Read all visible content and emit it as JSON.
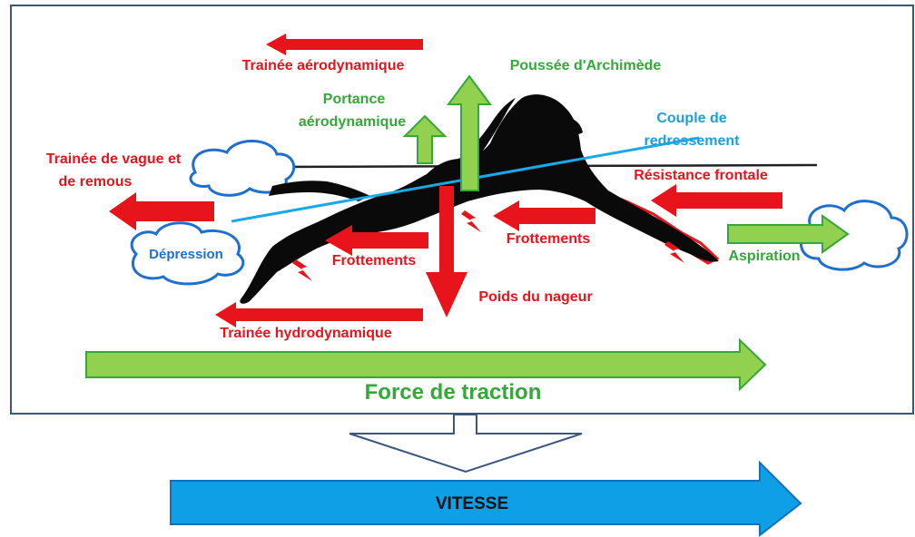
{
  "colors": {
    "red": "#e8141b",
    "green": "#34a838",
    "green_fill": "#92d050",
    "blue_text": "#1aa0e0",
    "blue_line": "#1ba8e8",
    "cloud_stroke": "#1f6fd0",
    "swimmer": "#0a0a0a",
    "frame": "#3b5680",
    "speed_arrow": "#0f9fe6"
  },
  "labels": {
    "trainee_aero": "Trainée aérodynamique",
    "poussee": "Poussée d'Archimède",
    "portance_1": "Portance",
    "portance_2": "aérodynamique",
    "couple_1": "Couple de",
    "couple_2": "redressement",
    "trainee_vague_1": "Trainée de vague et",
    "trainee_vague_2": "de remous",
    "resistance": "Résistance frontale",
    "depression": "Dépression",
    "frottements_right": "Frottements",
    "frottements_left": "Frottements",
    "aspiration": "Aspiration",
    "poids": "Poids du nageur",
    "trainee_hydro": "Trainée hydrodynamique",
    "force_traction": "Force de traction",
    "vitesse": "VITESSE"
  }
}
